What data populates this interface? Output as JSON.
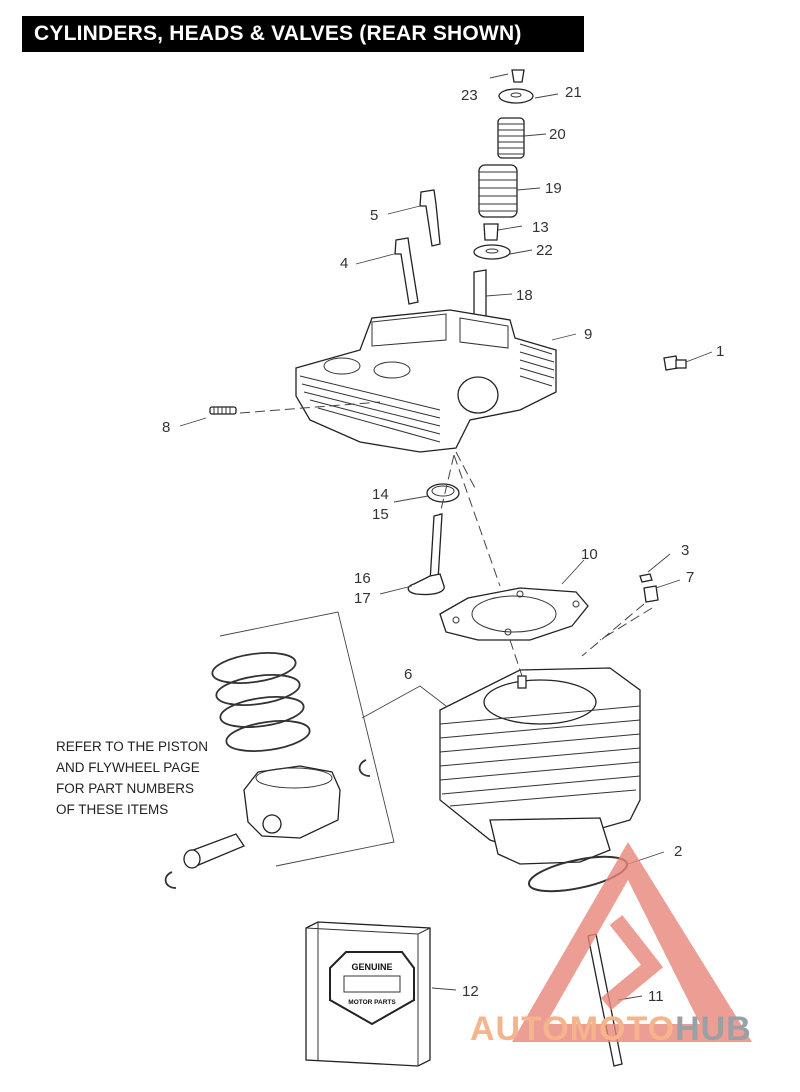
{
  "title": "CYLINDERS, HEADS & VALVES (REAR SHOWN)",
  "note": "REFER TO THE PISTON\nAND FLYWHEEL PAGE\nFOR PART NUMBERS\nOF THESE ITEMS",
  "callouts": [
    "1",
    "2",
    "3",
    "4",
    "5",
    "6",
    "7",
    "8",
    "9",
    "10",
    "11",
    "12",
    "13",
    "14",
    "15",
    "16",
    "17",
    "18",
    "19",
    "20",
    "21",
    "22",
    "23"
  ],
  "box_logo": {
    "line1": "GENUINE",
    "line2": "MOTOR PARTS"
  },
  "watermark": {
    "part1": "AUTOMOTO",
    "part2": "HUB"
  },
  "colors": {
    "watermark_triangle": "#e8857a",
    "watermark_text": "#f5b48b",
    "watermark_hub": "#9aa0a6"
  }
}
